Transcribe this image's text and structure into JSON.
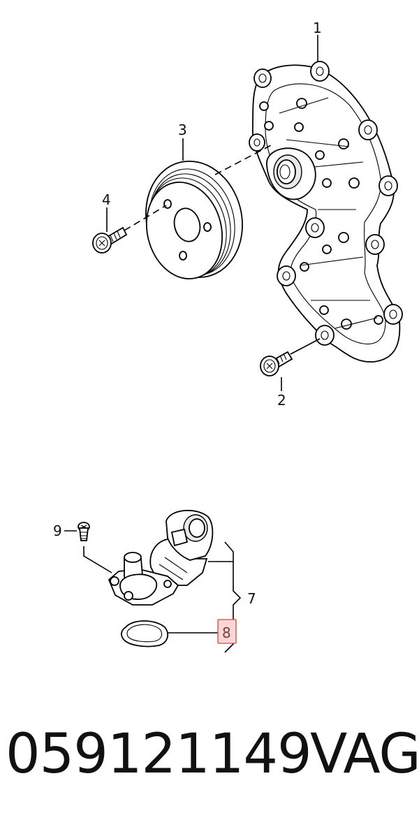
{
  "callouts": [
    {
      "id": "1",
      "label": "1"
    },
    {
      "id": "2",
      "label": "2"
    },
    {
      "id": "3",
      "label": "3"
    },
    {
      "id": "4",
      "label": "4"
    },
    {
      "id": "7",
      "label": "7"
    },
    {
      "id": "8",
      "label": "8",
      "highlighted": true
    },
    {
      "id": "9",
      "label": "9"
    }
  ],
  "caption": {
    "part_number": "059121149",
    "brand": "VAG"
  },
  "colors": {
    "highlight_fill": "#fbd6d6",
    "highlight_border": "#d04848",
    "line": "#000000"
  }
}
